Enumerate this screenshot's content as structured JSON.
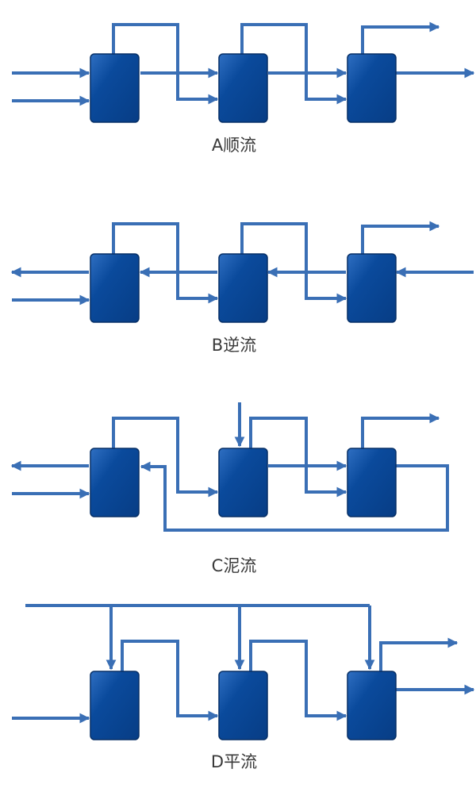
{
  "colors": {
    "unit_fill": "#0a4a9c",
    "unit_fill_light": "#2f6fc2",
    "unit_stroke": "#062f66",
    "flow": "#3a6fb5",
    "caption": "#3a3a3a"
  },
  "diagrams": [
    {
      "id": "A",
      "caption": "A顺流"
    },
    {
      "id": "B",
      "caption": "B逆流"
    },
    {
      "id": "C",
      "caption": "C泥流"
    },
    {
      "id": "D",
      "caption": "D平流"
    }
  ]
}
